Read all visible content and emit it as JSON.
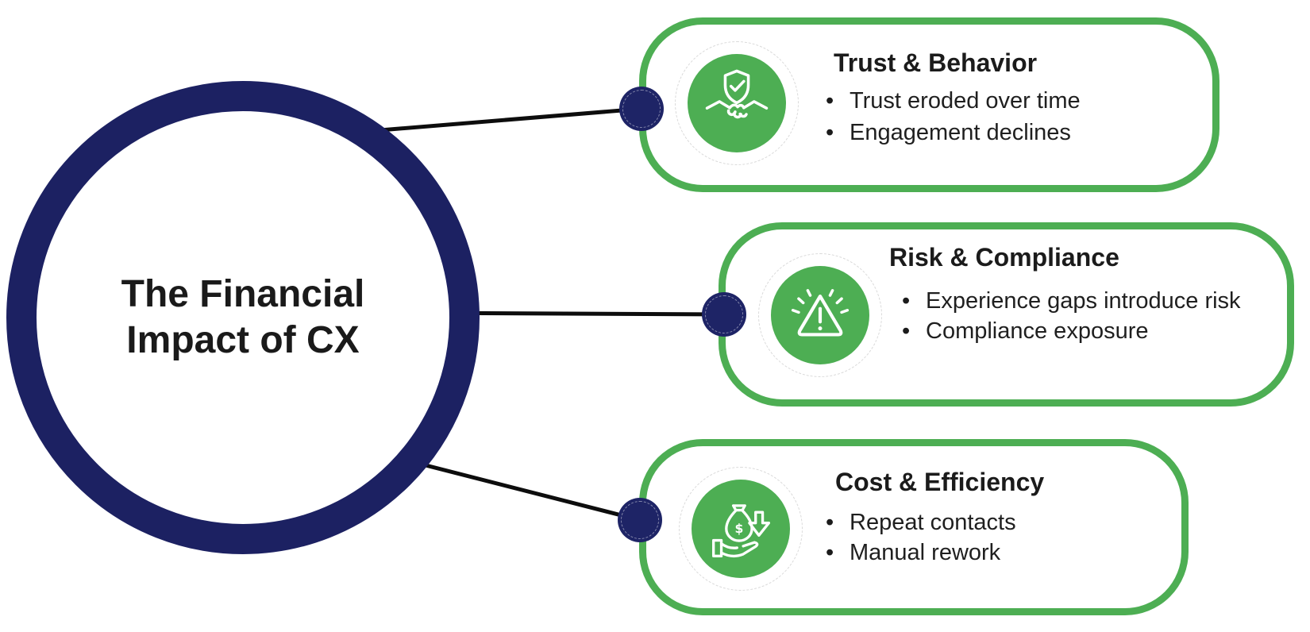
{
  "diagram": {
    "center": {
      "title_line1": "The Financial",
      "title_line2": "Impact of CX"
    },
    "cards": [
      {
        "id": "trust-behavior",
        "title": "Trust & Behavior",
        "icon": "handshake-shield-icon",
        "bullets": [
          "Trust eroded over time",
          "Engagement declines"
        ]
      },
      {
        "id": "risk-compliance",
        "title": "Risk & Compliance",
        "icon": "warning-triangle-icon",
        "bullets": [
          "Experience gaps introduce risk",
          "Compliance exposure"
        ]
      },
      {
        "id": "cost-efficiency",
        "title": "Cost & Efficiency",
        "icon": "money-bag-hand-icon",
        "bullets": [
          "Repeat contacts",
          "Manual rework"
        ]
      }
    ],
    "colors": {
      "accent_green": "#4dae53",
      "navy": "#1c2162",
      "title_text": "#1b1b1b",
      "body_text": "#1f1f1f",
      "connector": "#0d0d0d",
      "background": "#ffffff"
    }
  }
}
